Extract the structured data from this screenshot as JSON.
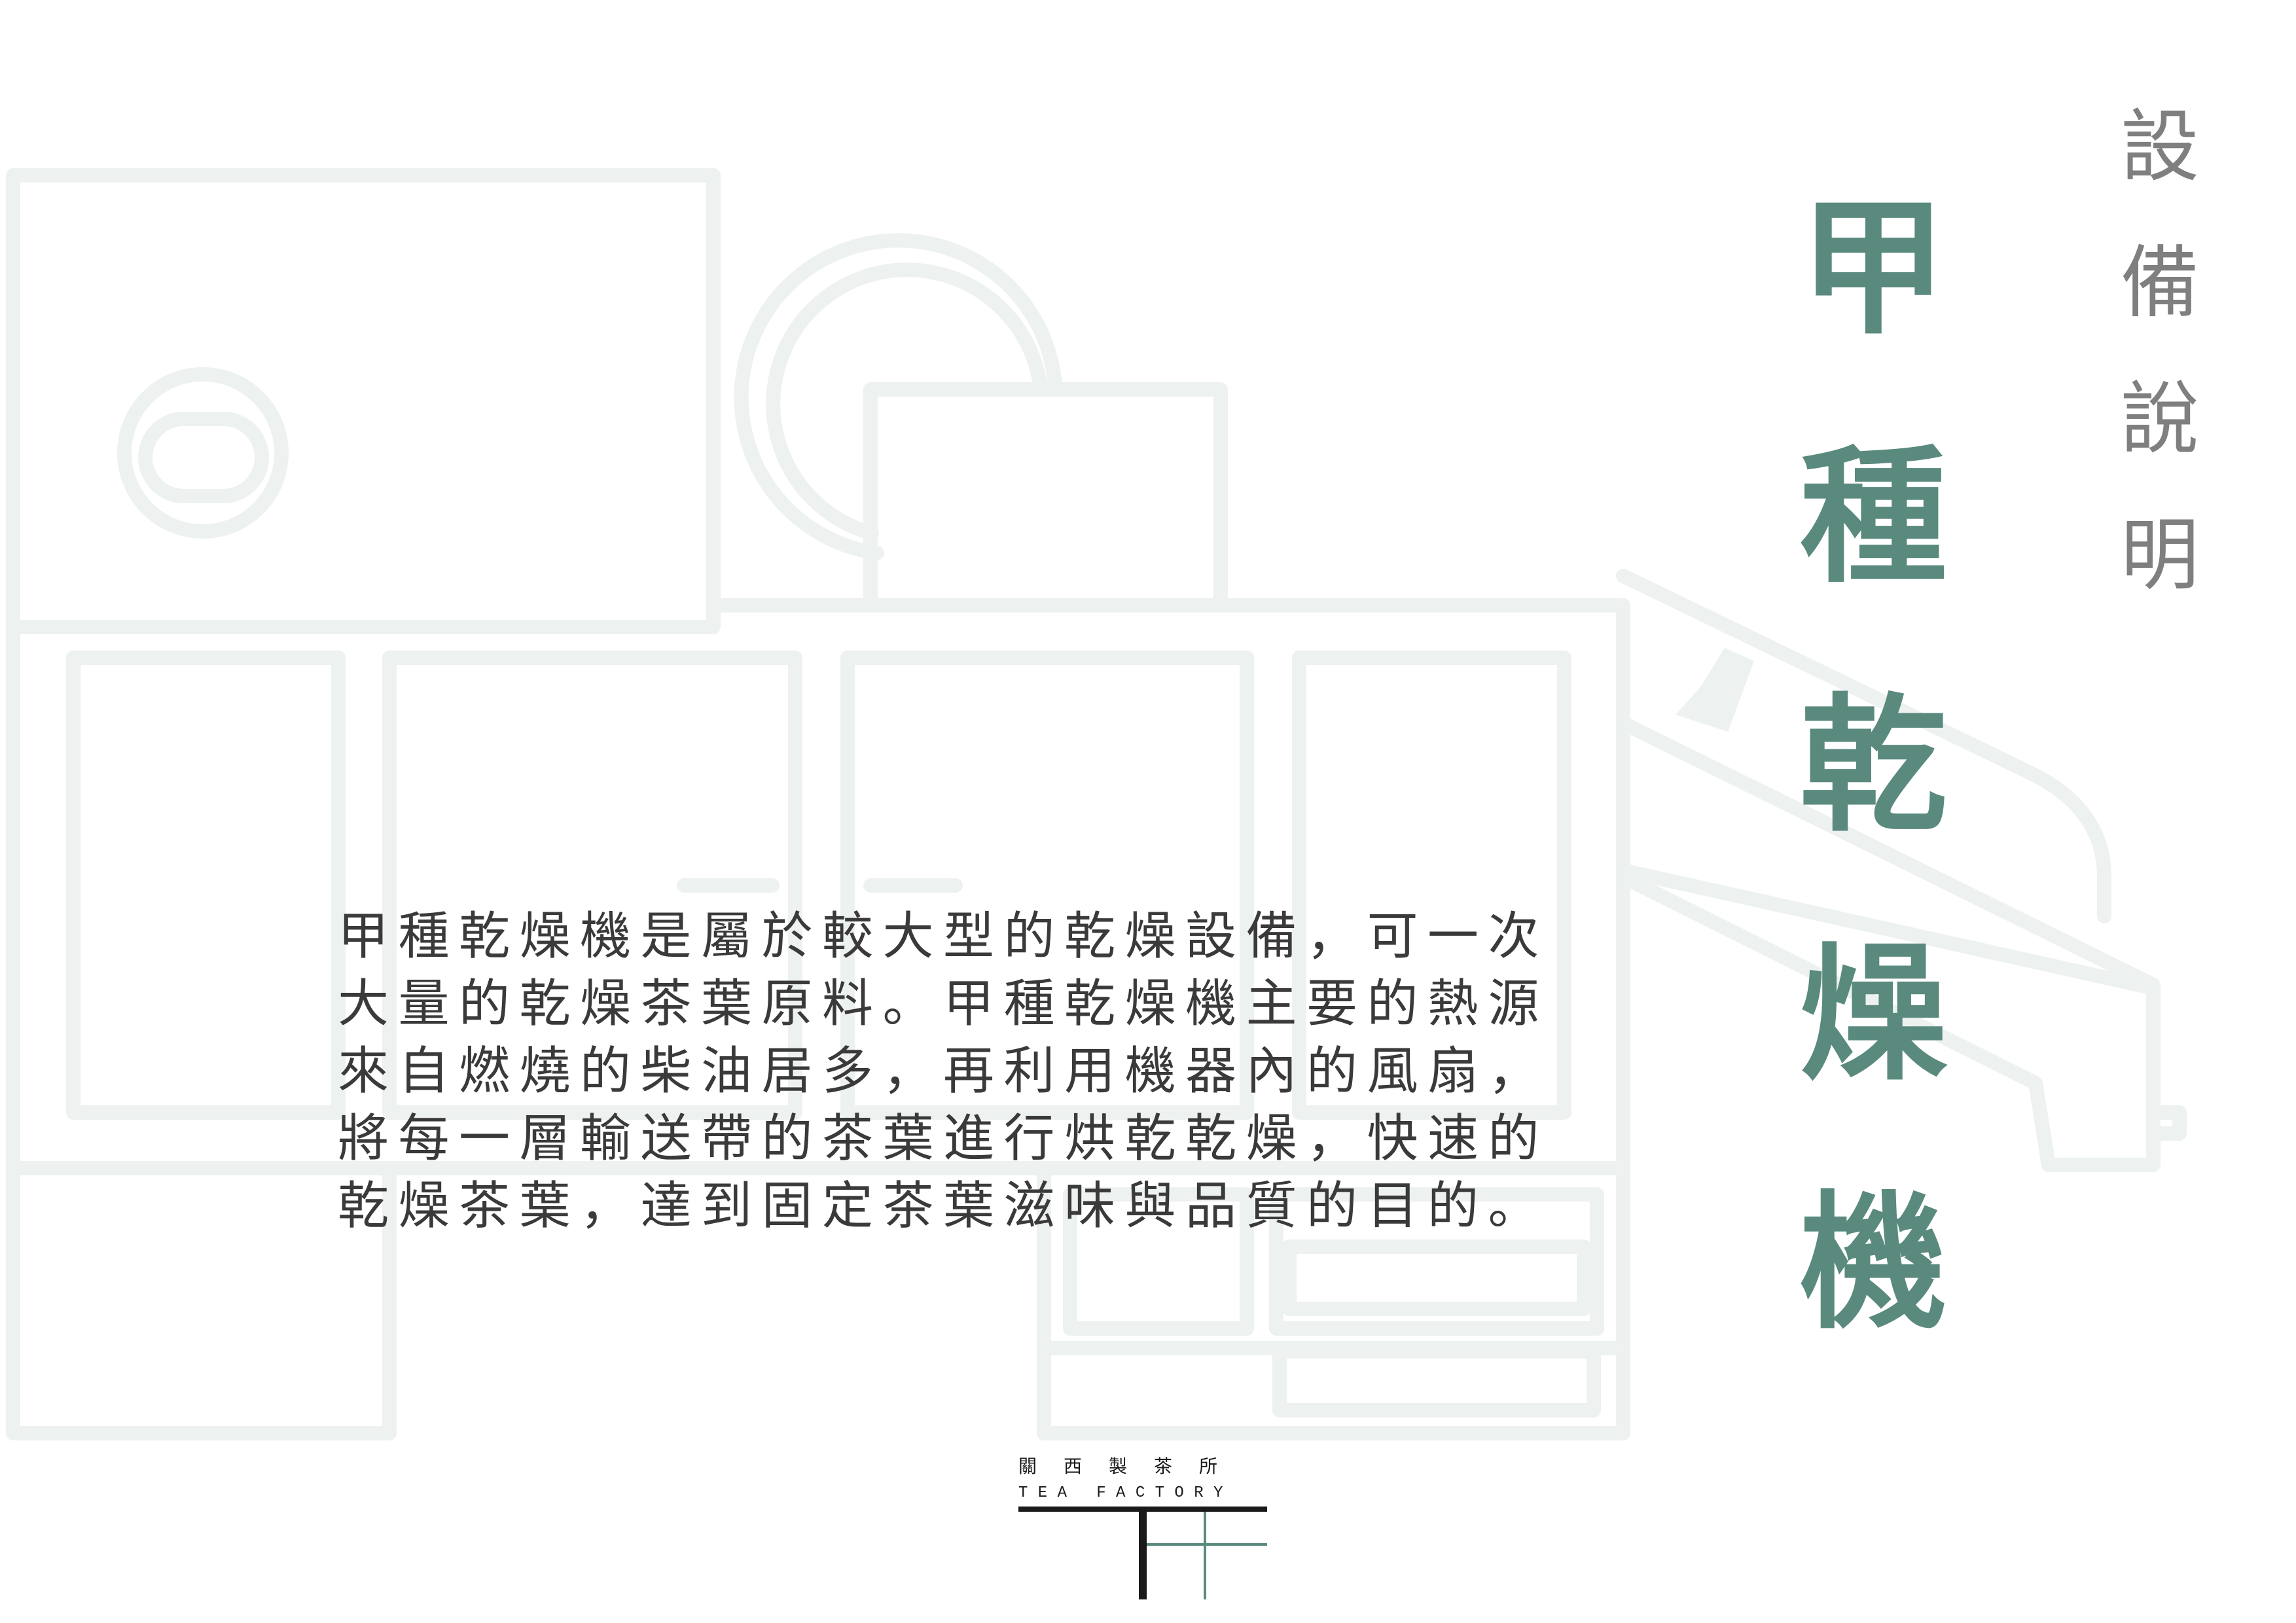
{
  "section_label": "設備說明",
  "title": "甲種乾燥機",
  "description": "甲種乾燥機是屬於較大型的乾燥設備，可一次大量的乾燥茶葉原料。甲種乾燥機主要的熱源來自燃燒的柴油居多，再利用機器內的風扇，將每一層輸送帶的茶葉進行烘乾乾燥，快速的乾燥茶葉，達到固定茶葉滋味與品質的目的。",
  "brand": {
    "name_zh": "關西製茶所",
    "name_en": "TEA FACTORY"
  },
  "colors": {
    "accent": "#5a8a7e",
    "label_gray": "#7f7f7f",
    "body_text": "#3a3a3a",
    "illustration_stroke": "#edf1f0"
  }
}
